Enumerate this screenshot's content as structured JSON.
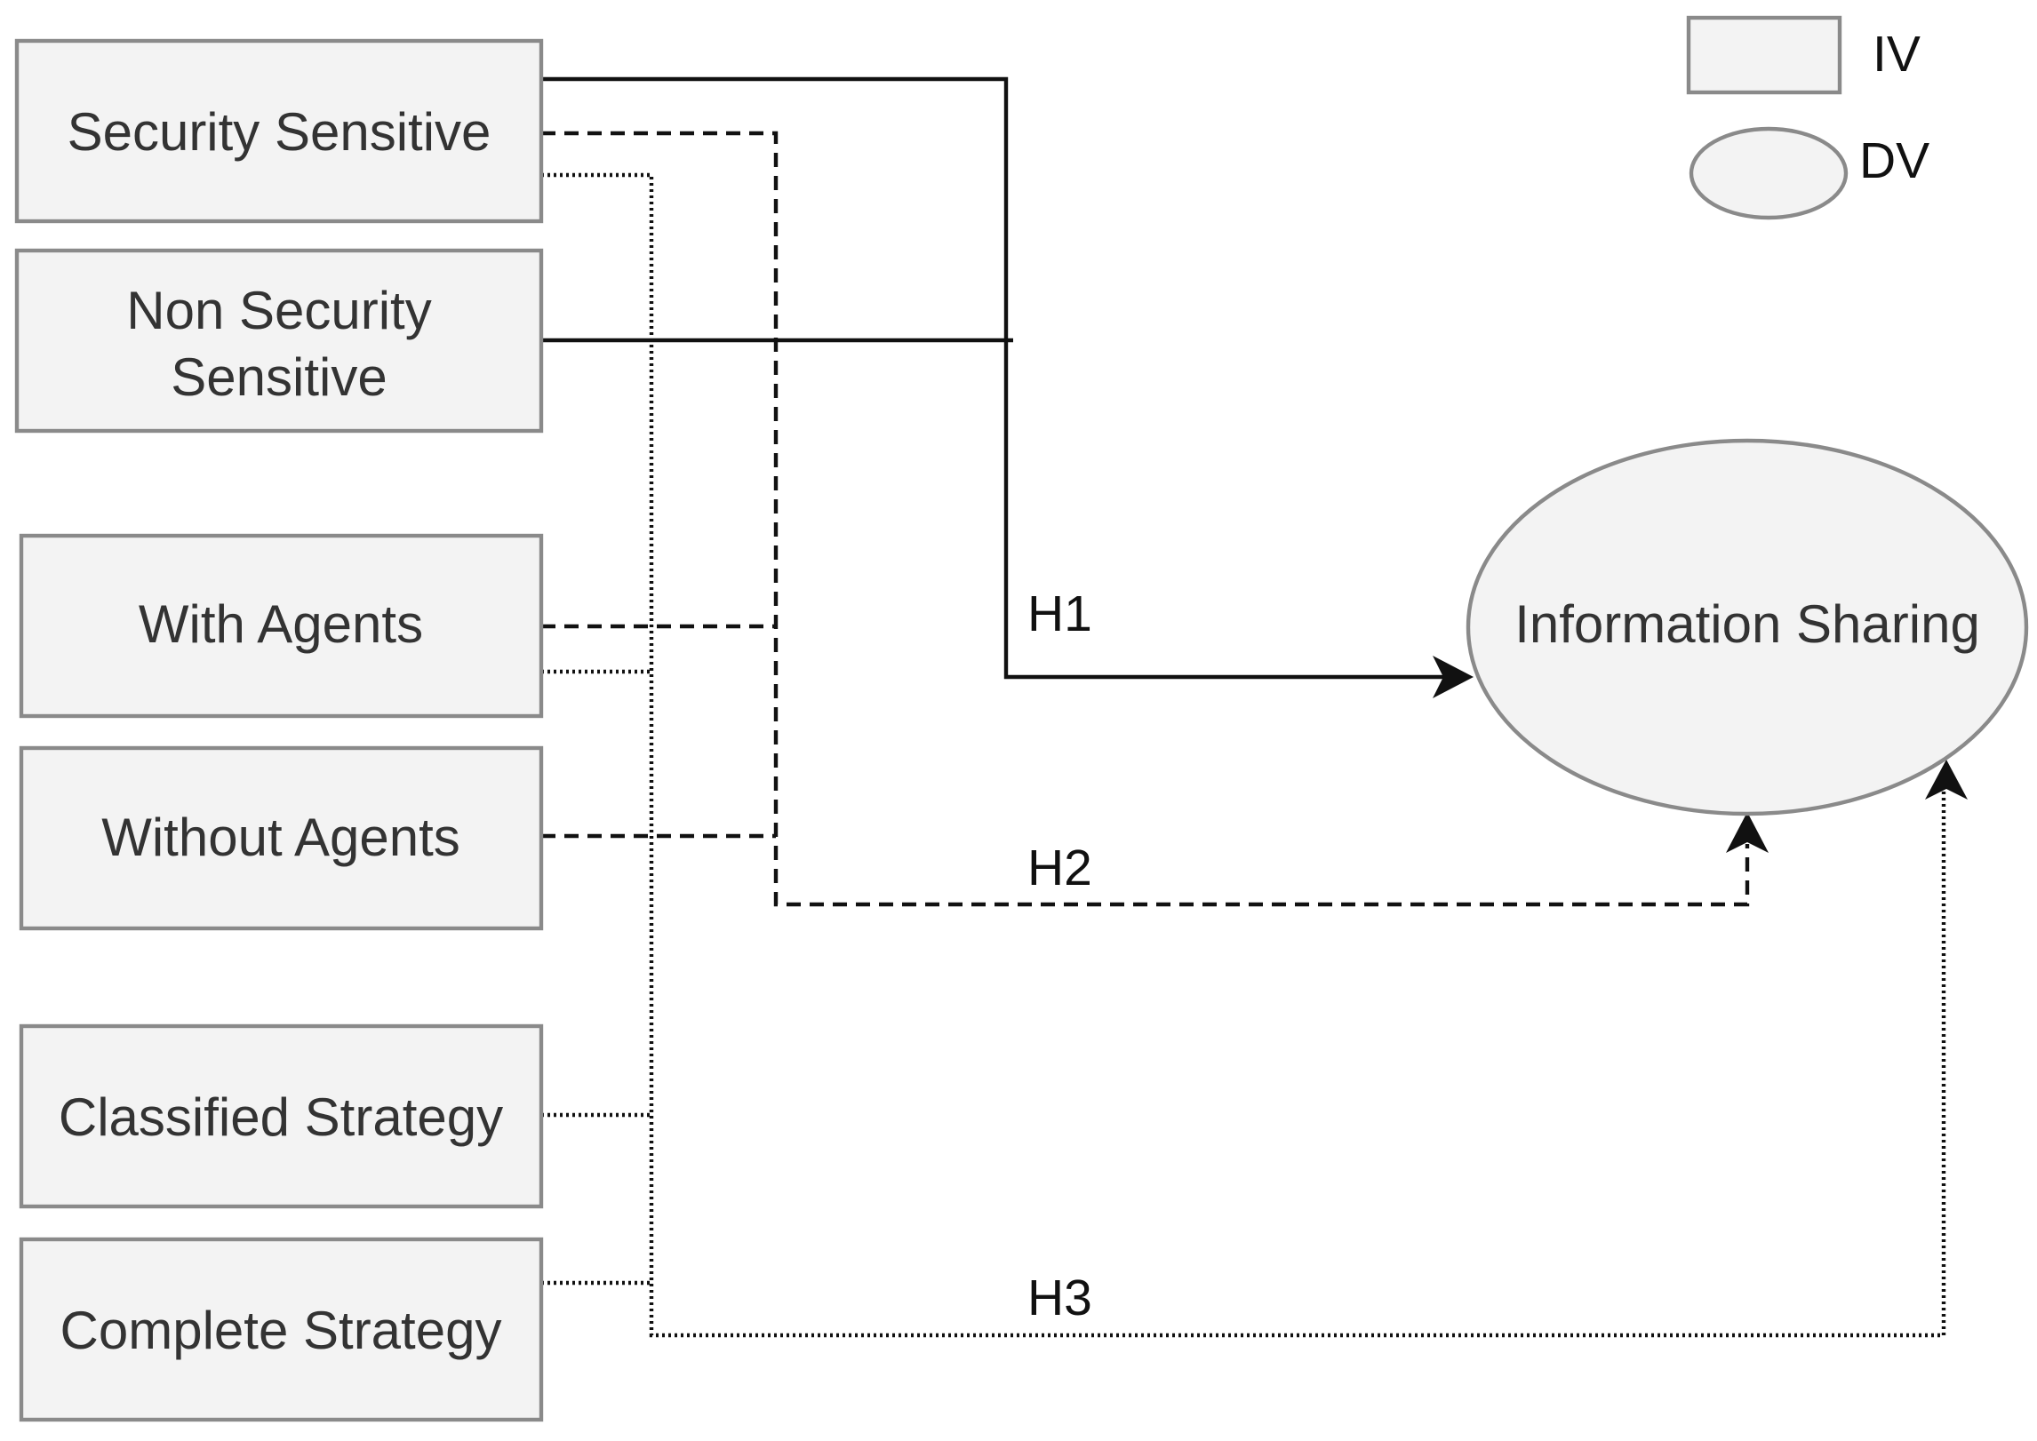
{
  "legend": {
    "iv_label": "IV",
    "dv_label": "DV"
  },
  "variables": {
    "security_sensitive": "Security Sensitive",
    "non_security_sensitive_line1": "Non Security",
    "non_security_sensitive_line2": "Sensitive",
    "with_agents": "With Agents",
    "without_agents": "Without Agents",
    "classified_strategy": "Classified Strategy",
    "complete_strategy": "Complete Strategy"
  },
  "outcome": {
    "information_sharing": "Information Sharing"
  },
  "hypotheses": {
    "h1": "H1",
    "h2": "H2",
    "h3": "H3"
  },
  "colors": {
    "box_fill": "#f3f3f3",
    "box_stroke": "#8a8a8a",
    "line": "#111111",
    "text": "#333333"
  }
}
